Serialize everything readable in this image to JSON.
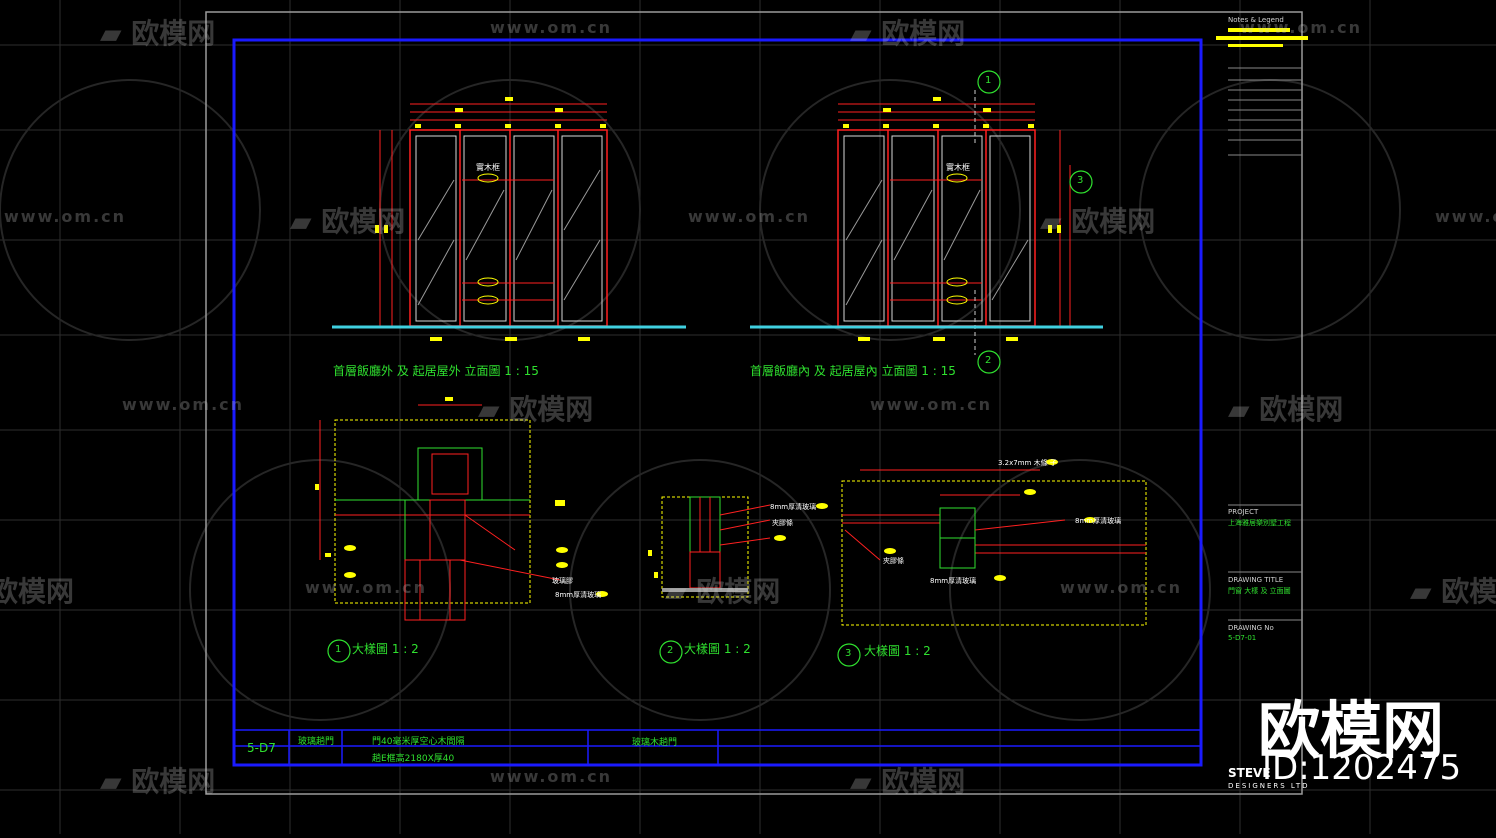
{
  "drawing": {
    "elevation_captions": [
      "首層飯廳外 及 起居屋外 立面圖  1 : 15",
      "首層飯廳內 及 起居屋內 立面圖  1 : 15"
    ],
    "detail_captions": [
      "大樣圖  1 : 2",
      "大樣圖  1 : 2",
      "大樣圖  1 : 2"
    ],
    "detail_numbers": [
      "1",
      "2",
      "3"
    ],
    "section_markers": [
      "1",
      "2",
      "3"
    ],
    "door_material_label": "實木框",
    "note_labels": {
      "glass": "玻璃膠",
      "glass_8mm": "8mm厚清玻璃",
      "wood_strip": "3.2x7mm 木條 子",
      "glass_fix": "夾膠條"
    }
  },
  "schedule": {
    "code": "5-D7",
    "cell_1": "玻璃趟門",
    "cell_2a": "門40毫米厚空心木間隔",
    "cell_2b": "趟E框高2180X厚40",
    "cell_3": "玻璃木趟門",
    "cell_4": ""
  },
  "title_block": {
    "heading": "Notes & Legend",
    "project_label": "PROJECT",
    "project_value": "上海雅居樂別墅工程",
    "drawing_title_label": "DRAWING TITLE",
    "drawing_title_value": "門窗 大樣 及 立面圖",
    "drawing_no_label": "DRAWING No",
    "drawing_no_value": "5-D7-01",
    "company": "STEVE",
    "company_sub": "DESIGNERS LTD"
  },
  "watermark": {
    "brand": "欧模网",
    "url": "www.om.cn",
    "logo": "欧模网",
    "id": "ID:1202475"
  },
  "colors": {
    "background": "#000000",
    "frame_blue": "#1a1aff",
    "cad_red": "#ff2020",
    "cad_green": "#2fe02f",
    "cad_yellow": "#ffff00",
    "floor_cyan": "#40d0e0",
    "grid": "#3a3a3a"
  }
}
